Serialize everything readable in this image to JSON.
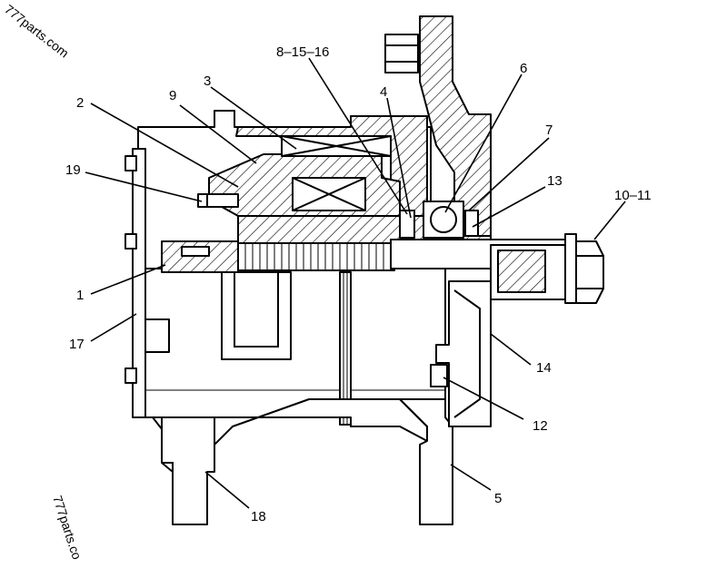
{
  "watermarks": [
    "777parts.com",
    "777parts.co"
  ],
  "callouts": [
    {
      "id": "2",
      "label": "2"
    },
    {
      "id": "9",
      "label": "9"
    },
    {
      "id": "3",
      "label": "3"
    },
    {
      "id": "8-15-16",
      "label": "8–15–16"
    },
    {
      "id": "4",
      "label": "4"
    },
    {
      "id": "6",
      "label": "6"
    },
    {
      "id": "7",
      "label": "7"
    },
    {
      "id": "13",
      "label": "13"
    },
    {
      "id": "10-11",
      "label": "10–11"
    },
    {
      "id": "19",
      "label": "19"
    },
    {
      "id": "1",
      "label": "1"
    },
    {
      "id": "17",
      "label": "17"
    },
    {
      "id": "14",
      "label": "14"
    },
    {
      "id": "12",
      "label": "12"
    },
    {
      "id": "5",
      "label": "5"
    },
    {
      "id": "18",
      "label": "18"
    }
  ]
}
